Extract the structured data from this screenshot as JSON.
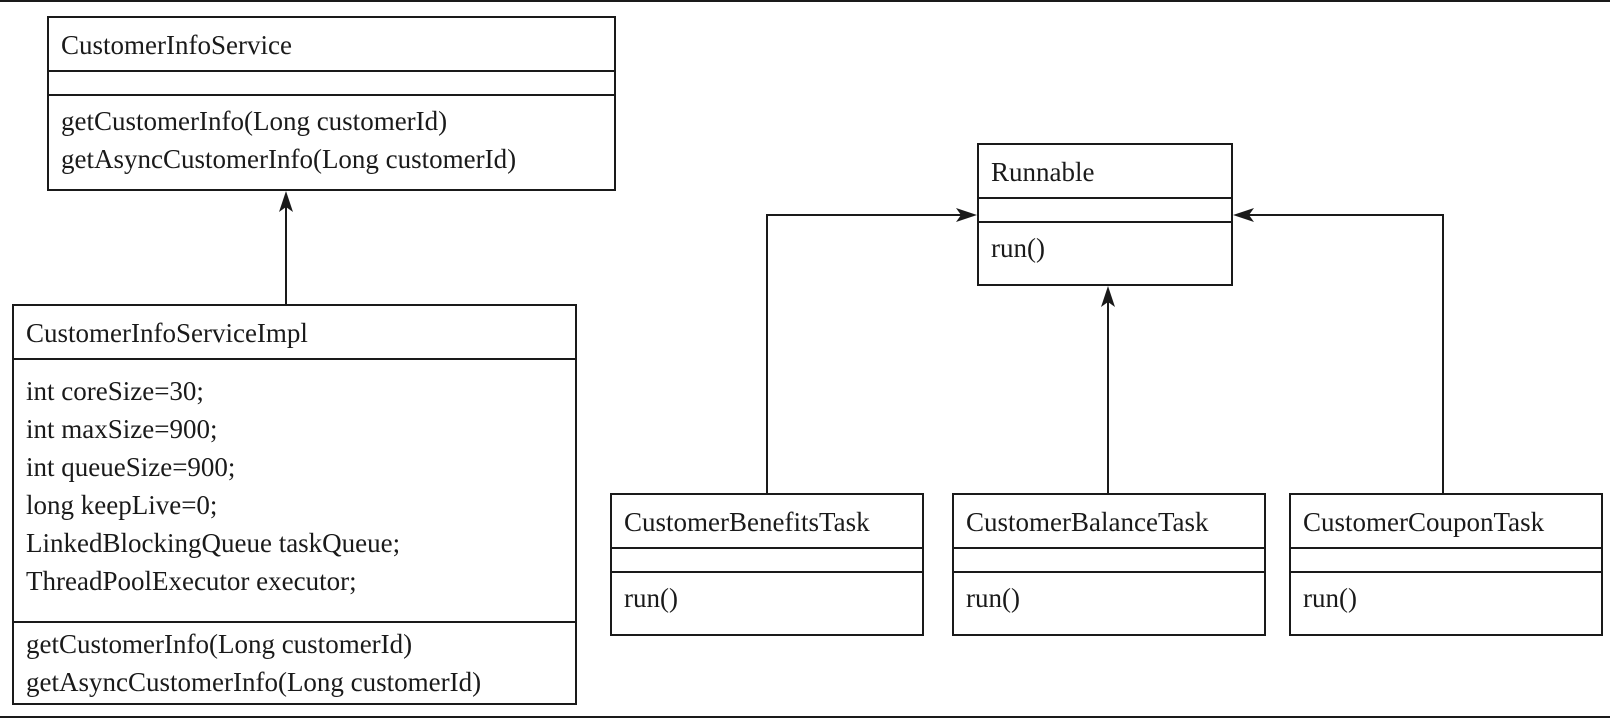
{
  "classes": {
    "customer_info_service": {
      "name": "CustomerInfoService",
      "attributes": [],
      "operations": [
        "getCustomerInfo(Long customerId)",
        "getAsyncCustomerInfo(Long customerId)"
      ]
    },
    "customer_info_service_impl": {
      "name": "CustomerInfoServiceImpl",
      "attributes": [
        "int coreSize=30;",
        "int maxSize=900;",
        "int queueSize=900;",
        "long keepLive=0;",
        "LinkedBlockingQueue taskQueue;",
        "ThreadPoolExecutor executor;"
      ],
      "operations": [
        "getCustomerInfo(Long customerId)",
        "getAsyncCustomerInfo(Long customerId)"
      ]
    },
    "runnable": {
      "name": "Runnable",
      "attributes": [],
      "operations": [
        "run()"
      ]
    },
    "customer_benefits_task": {
      "name": "CustomerBenefitsTask",
      "attributes": [],
      "operations": [
        "run()"
      ]
    },
    "customer_balance_task": {
      "name": "CustomerBalanceTask",
      "attributes": [],
      "operations": [
        "run()"
      ]
    },
    "customer_coupon_task": {
      "name": "CustomerCouponTask",
      "attributes": [],
      "operations": [
        "run()"
      ]
    }
  },
  "relations": [
    {
      "from": "customer_info_service_impl",
      "to": "customer_info_service",
      "type": "realization"
    },
    {
      "from": "customer_benefits_task",
      "to": "runnable",
      "type": "realization"
    },
    {
      "from": "customer_balance_task",
      "to": "runnable",
      "type": "realization"
    },
    {
      "from": "customer_coupon_task",
      "to": "runnable",
      "type": "realization"
    }
  ],
  "colors": {
    "stroke": "#1a1a1a",
    "background": "#ffffff"
  }
}
